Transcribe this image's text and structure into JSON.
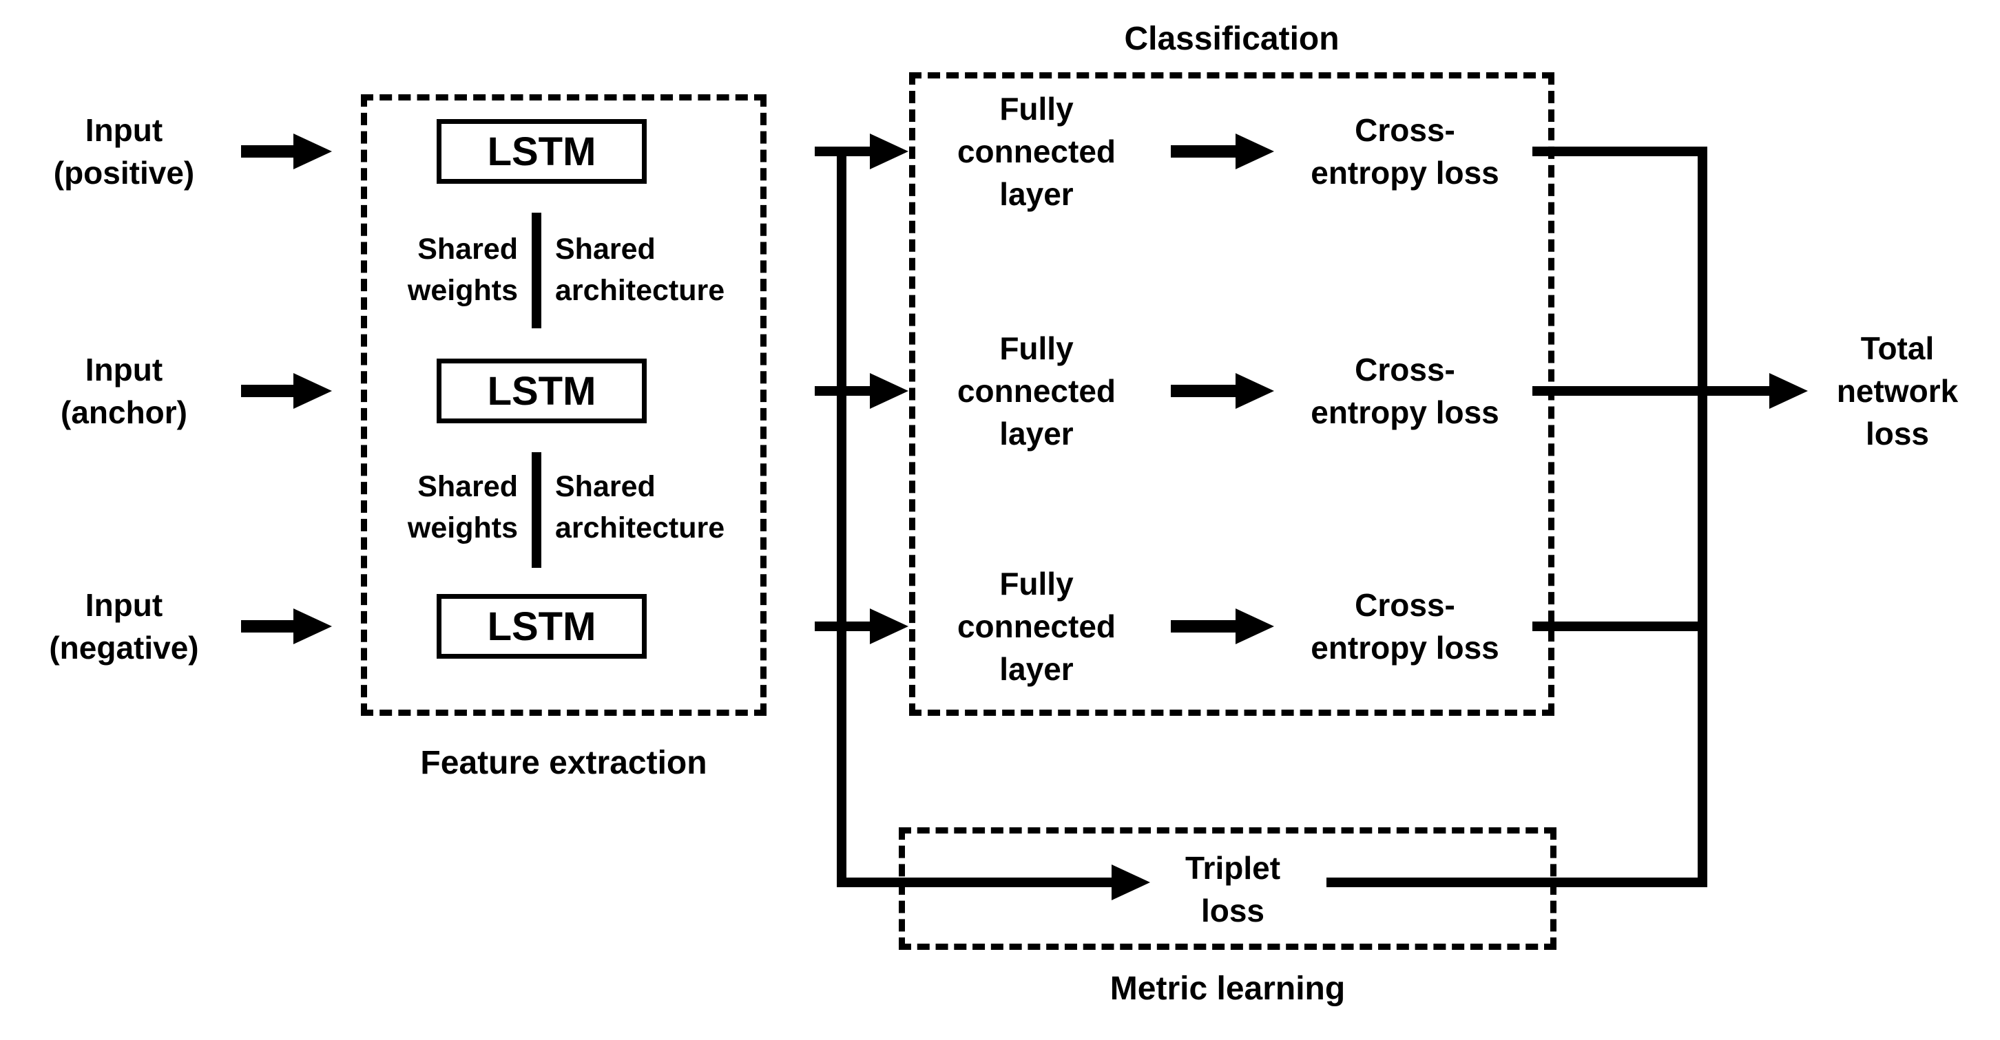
{
  "colors": {
    "ink": "#000000",
    "background": "#ffffff"
  },
  "inputs": [
    {
      "line1": "Input",
      "line2": "(positive)"
    },
    {
      "line1": "Input",
      "line2": "(anchor)"
    },
    {
      "line1": "Input",
      "line2": "(negative)"
    }
  ],
  "feature_extraction": {
    "title": "Feature extraction",
    "lstm_boxes": [
      "LSTM",
      "LSTM",
      "LSTM"
    ],
    "shared_pairs": [
      {
        "left_line1": "Shared",
        "left_line2": "weights",
        "right_line1": "Shared",
        "right_line2": "architecture"
      },
      {
        "left_line1": "Shared",
        "left_line2": "weights",
        "right_line1": "Shared",
        "right_line2": "architecture"
      }
    ]
  },
  "classification": {
    "title": "Classification",
    "fc_blocks": [
      {
        "line1": "Fully",
        "line2": "connected",
        "line3": "layer"
      },
      {
        "line1": "Fully",
        "line2": "connected",
        "line3": "layer"
      },
      {
        "line1": "Fully",
        "line2": "connected",
        "line3": "layer"
      }
    ],
    "ce_blocks": [
      {
        "line1": "Cross-",
        "line2": "entropy loss"
      },
      {
        "line1": "Cross-",
        "line2": "entropy loss"
      },
      {
        "line1": "Cross-",
        "line2": "entropy loss"
      }
    ]
  },
  "metric_learning": {
    "title": "Metric learning",
    "triplet": {
      "line1": "Triplet",
      "line2": "loss"
    }
  },
  "output": {
    "line1": "Total",
    "line2": "network",
    "line3": "loss"
  }
}
